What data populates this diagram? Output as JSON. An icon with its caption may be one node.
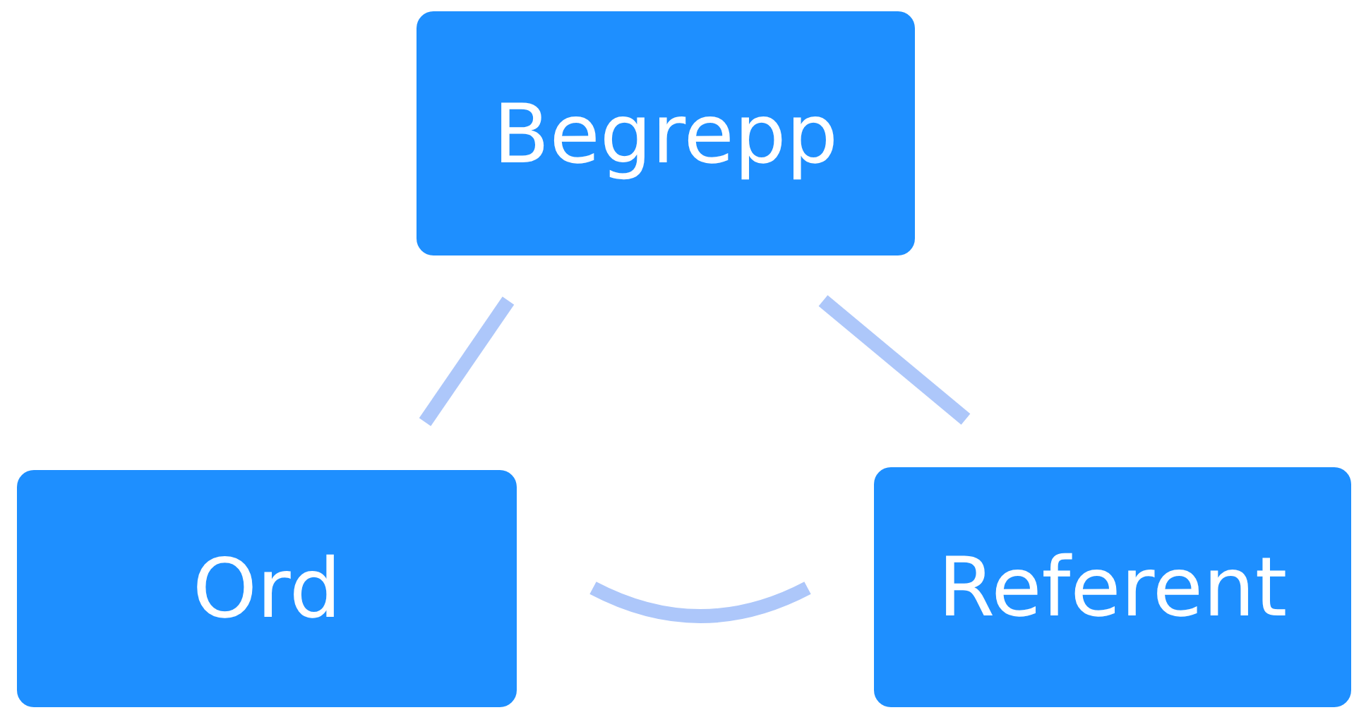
{
  "diagram": {
    "nodes": [
      {
        "text": [
          "Begrepp"
        ]
      },
      {
        "text": [
          "Ord"
        ]
      },
      {
        "text": [
          "Referent"
        ]
      }
    ],
    "edges": [
      {
        "from": 0,
        "to": 1,
        "arrow": "none"
      },
      {
        "from": 0,
        "to": 2,
        "arrow": "none"
      },
      {
        "from": 1,
        "to": 2,
        "arrow": "none"
      }
    ]
  }
}
